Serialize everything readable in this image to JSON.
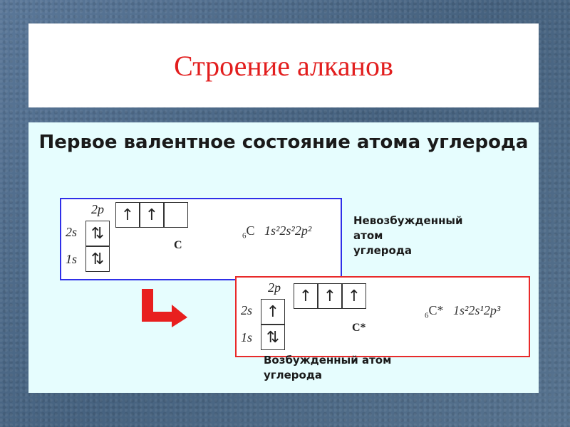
{
  "slide": {
    "title": "Строение алканов",
    "heading": "Первое валентное состояние атома углерода"
  },
  "ground_state": {
    "label_2p": "2p",
    "label_2s": "2s",
    "label_1s": "1s",
    "cells_2s": "⇅",
    "cells_1s": "⇅",
    "cells_2p": [
      "↑",
      "↑",
      ""
    ],
    "symbol": "C",
    "formula_prefix_sub": "6",
    "formula_element": "C",
    "formula": "1s²2s²2p²",
    "caption_line1": "Невозбужденный",
    "caption_line2": "атом",
    "caption_line3": "углерода"
  },
  "excited_state": {
    "label_2p": "2p",
    "label_2s": "2s",
    "label_1s": "1s",
    "cells_2s": "↑",
    "cells_1s": "⇅",
    "cells_2p": [
      "↑",
      "↑",
      "↑"
    ],
    "symbol": "C*",
    "formula_prefix_sub": "6",
    "formula_element": "C*",
    "formula": "1s²2s¹2p³",
    "caption_line1": "Возбужденный атом",
    "caption_line2": "углерода"
  },
  "colors": {
    "title": "#e21e1e",
    "arrow": "#e81f1f",
    "ground_frame": "#2f2fe8",
    "excited_frame": "#e82a2a",
    "content_bg": "#e6fdfe"
  }
}
